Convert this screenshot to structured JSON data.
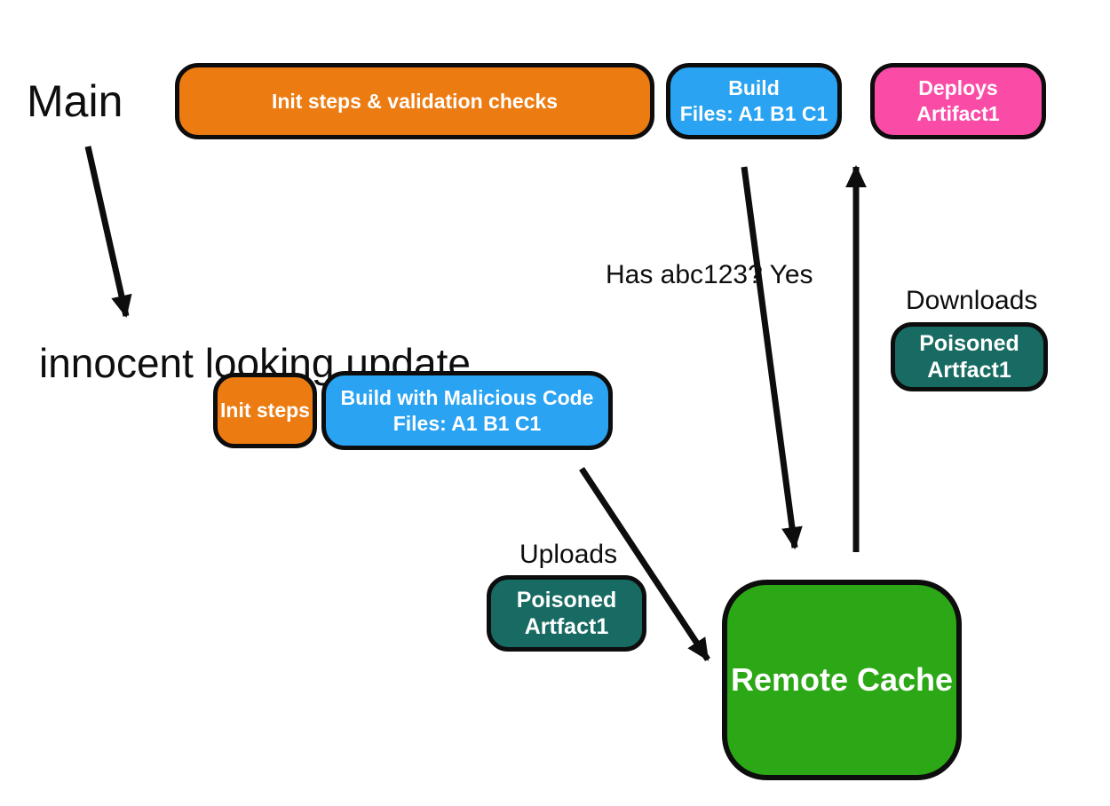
{
  "diagram": {
    "free_labels": {
      "main": "Main",
      "innocent_lines": [
        "innocent",
        "looking",
        "update"
      ],
      "has_hash_line1": "Has abc123?",
      "has_hash_line2": "Yes",
      "downloads": "Downloads",
      "uploads": "Uploads"
    },
    "nodes": {
      "init_validation": {
        "label": "Init steps & validation checks",
        "color": "#EC7B11"
      },
      "build_main": {
        "line1": "Build",
        "line2": "Files: A1 B1 C1",
        "color": "#29A3F2"
      },
      "deploys_artifact": {
        "line1": "Deploys",
        "line2": "Artifact1",
        "color": "#FA4CA6"
      },
      "init_steps": {
        "label": "Init steps",
        "color": "#EC7B11"
      },
      "build_malicious": {
        "line1": "Build with Malicious Code",
        "line2": "Files: A1 B1 C1",
        "color": "#29A3F2"
      },
      "poisoned_upload": {
        "line1": "Poisoned",
        "line2": "Artfact1",
        "color": "#186B63"
      },
      "poisoned_download": {
        "line1": "Poisoned",
        "line2": "Artfact1",
        "color": "#186B63"
      },
      "remote_cache": {
        "label": "Remote Cache",
        "color": "#2CA716"
      }
    },
    "colors": {
      "background": "#ffffff",
      "arrow": "#0d0d0d",
      "node_border": "#0d0d0d",
      "label_text": "#0e0e0e",
      "node_text": "#ffffff"
    }
  }
}
